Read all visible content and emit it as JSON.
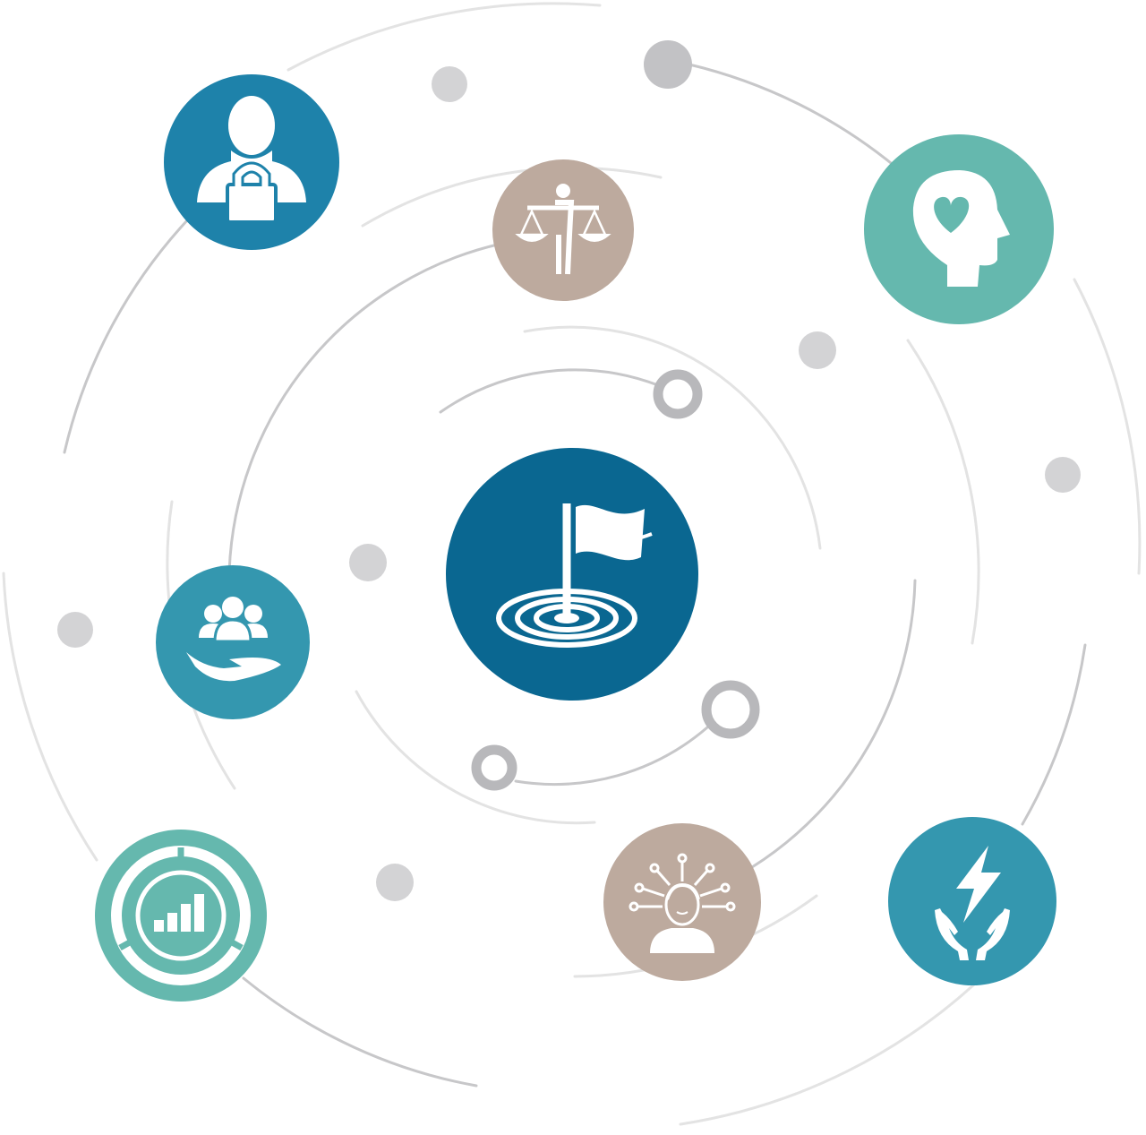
{
  "colors": {
    "background": "#ffffff",
    "orbit_light": "#e3e3e3",
    "orbit_mid": "#c7c7c9",
    "dot": "#d3d3d5",
    "ring_node": "#b8b8bb",
    "dark_blue": "#0a6791",
    "blue": "#1e82aa",
    "teal_blue": "#3497af",
    "teal": "#65b8ae",
    "taupe": "#bdaa9e",
    "icon": "#ffffff"
  },
  "diagram": {
    "center_node": {
      "icon": "flag-target-icon",
      "color": "dark_blue"
    },
    "nodes": [
      {
        "id": "node-security",
        "icon": "person-lock-icon",
        "color": "blue"
      },
      {
        "id": "node-ethics",
        "icon": "person-scales-icon",
        "color": "taupe"
      },
      {
        "id": "node-wellbeing",
        "icon": "head-heart-icon",
        "color": "teal"
      },
      {
        "id": "node-care",
        "icon": "hand-people-icon",
        "color": "teal_blue"
      },
      {
        "id": "node-performance",
        "icon": "bar-chart-gauge-icon",
        "color": "teal"
      },
      {
        "id": "node-ideas",
        "icon": "head-network-icon",
        "color": "taupe"
      },
      {
        "id": "node-power",
        "icon": "hands-lightning-icon",
        "color": "teal_blue"
      }
    ]
  }
}
